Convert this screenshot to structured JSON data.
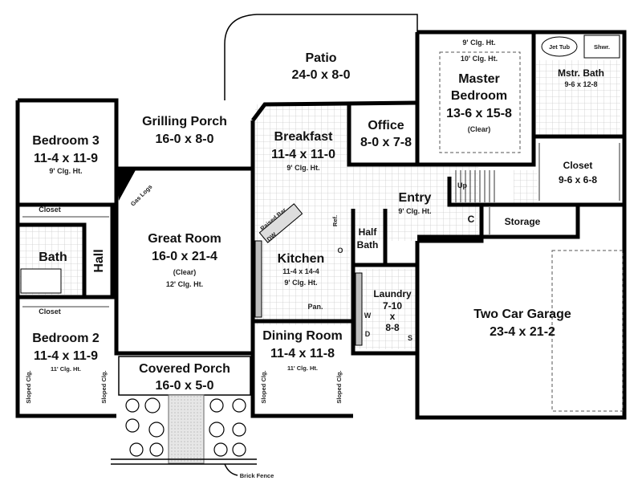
{
  "rooms": {
    "patio": {
      "name": "Patio",
      "size": "24-0 x 8-0"
    },
    "grilling_porch": {
      "name": "Grilling Porch",
      "size": "16-0 x 8-0"
    },
    "bedroom3": {
      "name": "Bedroom 3",
      "size": "11-4 x 11-9",
      "ceiling": "9' Clg. Ht."
    },
    "breakfast": {
      "name": "Breakfast",
      "size": "11-4 x 11-0",
      "ceiling": "9' Clg. Ht."
    },
    "office": {
      "name": "Office",
      "size": "8-0 x 7-8"
    },
    "master_bedroom": {
      "name_line1": "Master",
      "name_line2": "Bedroom",
      "size": "13-6 x 15-8",
      "note": "(Clear)",
      "ceiling_outer": "9' Clg. Ht.",
      "ceiling_inner": "10' Clg. Ht."
    },
    "master_bath": {
      "name": "Mstr. Bath",
      "size": "9-6 x 12-8",
      "jet_tub": "Jet Tub",
      "shower": "Shwr."
    },
    "master_closet": {
      "name": "Closet",
      "size": "9-6 x 6-8"
    },
    "great_room": {
      "name": "Great Room",
      "size": "16-0 x 21-4",
      "note": "(Clear)",
      "ceiling": "12' Clg. Ht.",
      "fireplace": "Gas Logs"
    },
    "entry": {
      "name": "Entry",
      "ceiling": "9' Clg. Ht.",
      "stairs": "Up",
      "coat_closet": "C"
    },
    "storage": {
      "name": "Storage"
    },
    "kitchen": {
      "name": "Kitchen",
      "size": "11-4 x 14-4",
      "ceiling": "9' Clg. Ht.",
      "raised_bar": "Raised Bar",
      "dishwasher": "DW",
      "refrigerator": "Ref.",
      "oven": "O",
      "pantry": "Pan."
    },
    "half_bath": {
      "name_line1": "Half",
      "name_line2": "Bath"
    },
    "laundry": {
      "name": "Laundry",
      "size_line1": "7-10",
      "size_line2": "x",
      "size_line3": "8-8",
      "washer": "W",
      "dryer": "D",
      "sink": "S"
    },
    "garage": {
      "name": "Two Car Garage",
      "size": "23-4 x 21-2"
    },
    "closet_b3": {
      "name": "Closet"
    },
    "bath": {
      "name": "Bath"
    },
    "hall": {
      "name": "Hall"
    },
    "closet_b2": {
      "name": "Closet"
    },
    "bedroom2": {
      "name": "Bedroom 2",
      "size": "11-4 x 11-9",
      "ceiling": "11' Clg. Ht.",
      "sloped_left": "Sloped Clg.",
      "sloped_right": "Sloped Clg."
    },
    "dining_room": {
      "name": "Dining Room",
      "size": "11-4 x 11-8",
      "ceiling": "11' Clg. Ht.",
      "sloped_left": "Sloped Clg.",
      "sloped_right": "Sloped Clg."
    },
    "covered_porch": {
      "name": "Covered Porch",
      "size": "16-0 x 5-0"
    }
  },
  "annotations": {
    "brick_fence": "Brick Fence"
  },
  "colors": {
    "wall": "#000000",
    "tile_grid": "#cccccc",
    "counter": "#bdbdbd"
  }
}
